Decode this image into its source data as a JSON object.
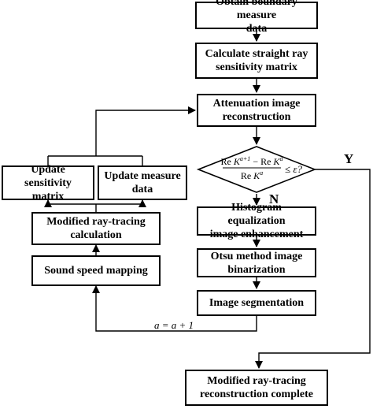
{
  "nodes": {
    "obtain_data": "Obtain boundary measure\ndata",
    "straight_ray_matrix": "Calculate straight ray\nsensitivity matrix",
    "attenuation_recon": "Attenuation image\nreconstruction",
    "histogram": "Histogram equalization\nimage enhancement",
    "otsu": "Otsu method image\nbinarization",
    "segmentation": "Image segmentation",
    "update_sensitivity": "Update sensitivity\nmatrix",
    "update_measure": "Update measure\ndata",
    "modified_calc": "Modified ray-tracing\ncalculation",
    "sound_speed": "Sound speed mapping",
    "complete": "Modified ray-tracing\nreconstruction complete"
  },
  "decision": {
    "num_a": "Re ",
    "num_b": "K",
    "num_sup1": "a+1",
    "num_c": " − Re ",
    "num_d": "K",
    "num_sup2": "a",
    "den_a": "Re ",
    "den_b": "K",
    "den_sup": "a",
    "rhs": "≤ ε?"
  },
  "branch_labels": {
    "yes": "Y",
    "no": "N"
  },
  "loop_label": "a = a + 1"
}
